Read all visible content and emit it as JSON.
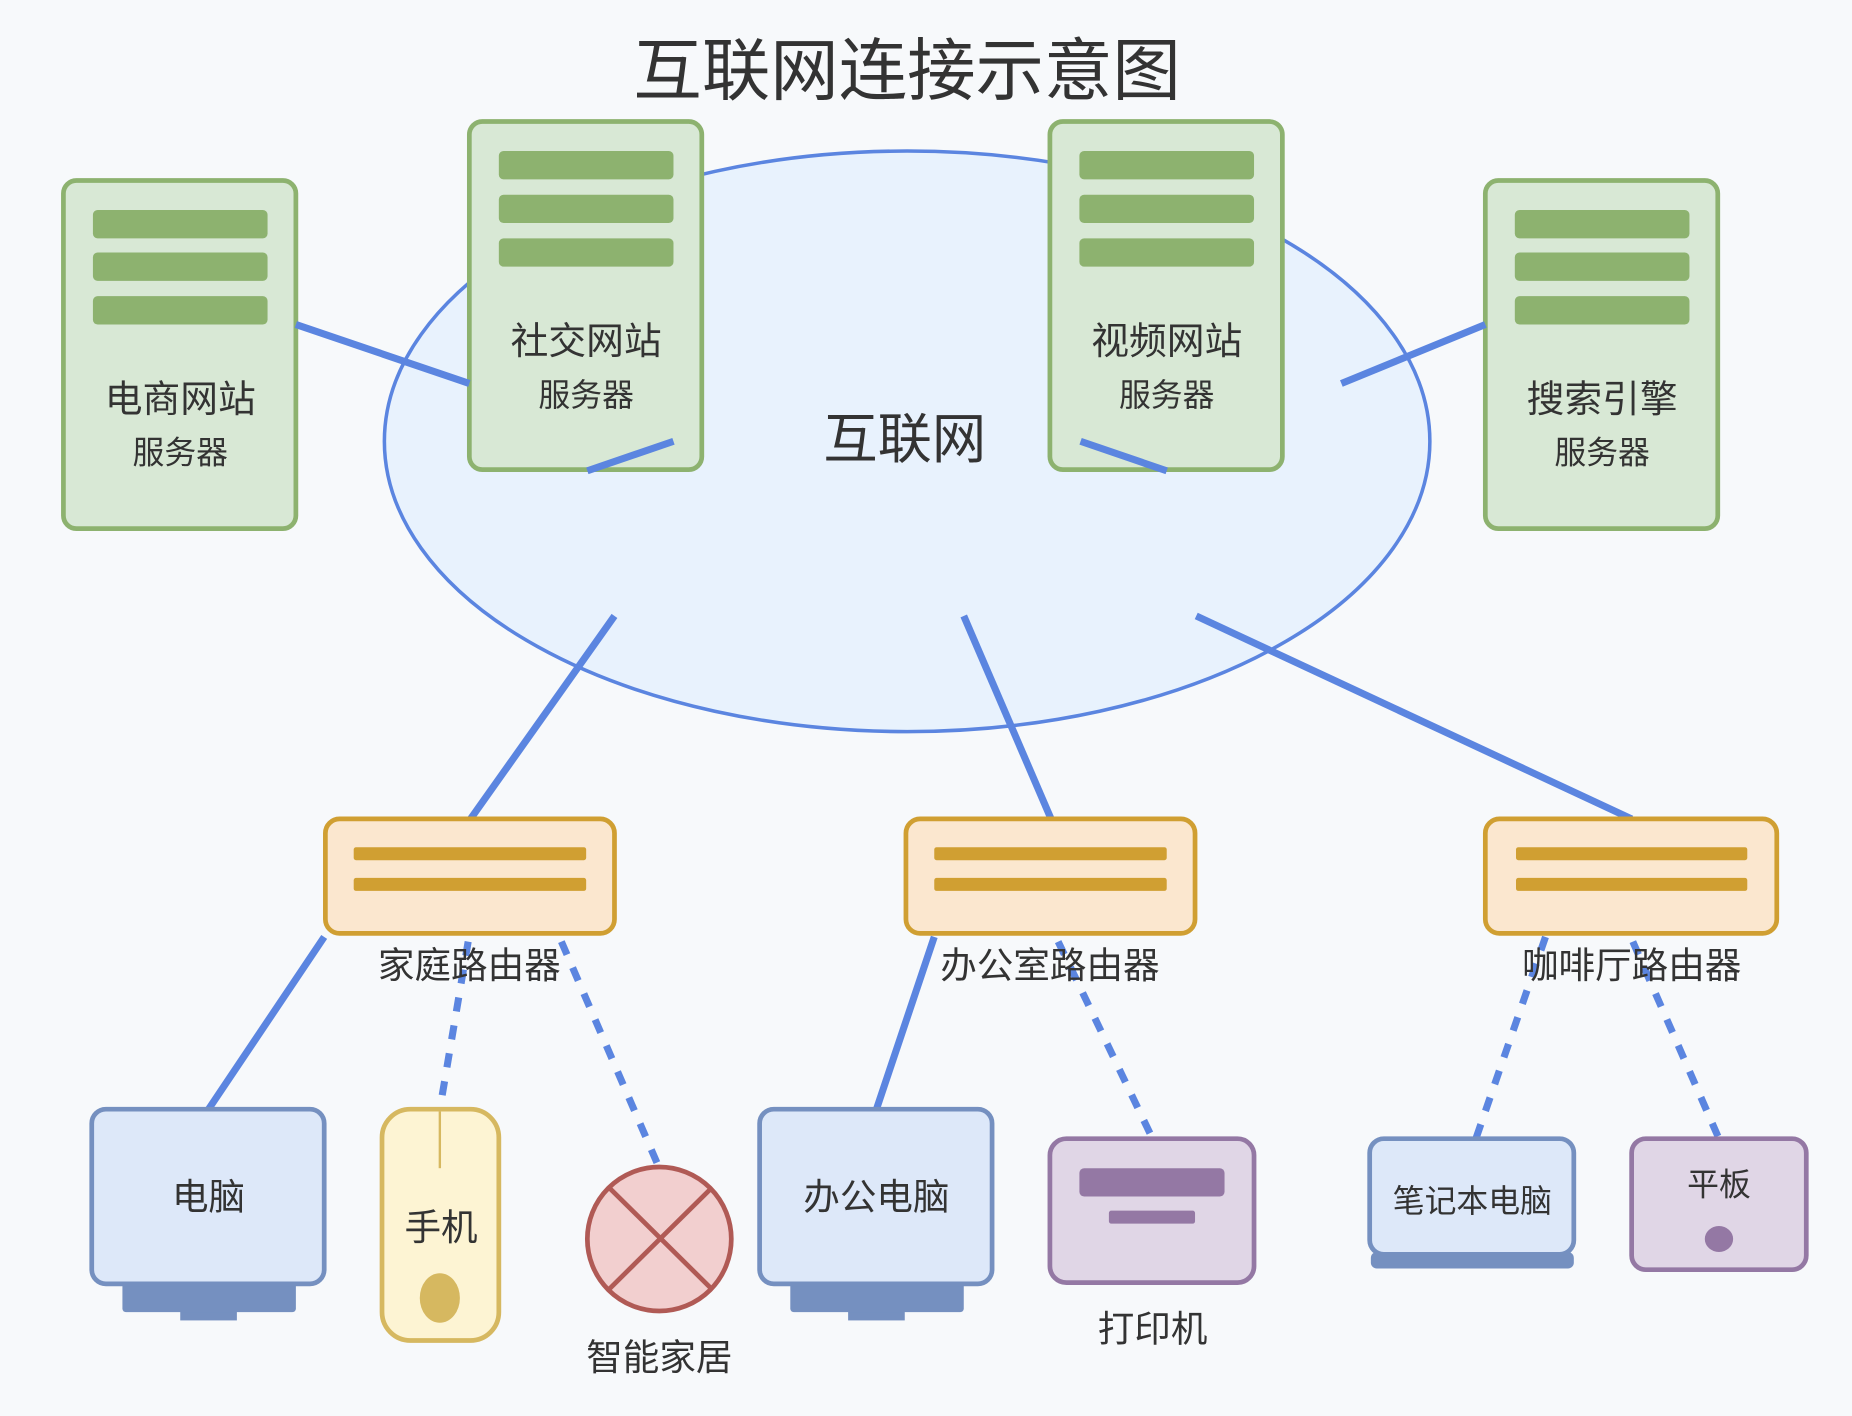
{
  "title": "互联网连接示意图",
  "cloud": {
    "label": "互联网"
  },
  "colors": {
    "background": "#f7f9fb",
    "link": "#5b85e0",
    "cloud_fill": "#e8f2fd",
    "server_fill": "#d8e8d5",
    "server_stroke": "#8db26f",
    "router_fill": "#fbe7cf",
    "router_stroke": "#d09f32",
    "computer_fill": "#dde8f9",
    "computer_stroke": "#7590c0",
    "phone_fill": "#fdf4d3",
    "phone_stroke": "#d6b860",
    "smarthome_fill": "#f2cfcf",
    "smarthome_stroke": "#b05a55",
    "purple_fill": "#e0d6e6",
    "purple_stroke": "#9478a4"
  },
  "servers": [
    {
      "name": "电商网站",
      "sub": "服务器"
    },
    {
      "name": "社交网站",
      "sub": "服务器"
    },
    {
      "name": "视频网站",
      "sub": "服务器"
    },
    {
      "name": "搜索引擎",
      "sub": "服务器"
    }
  ],
  "routers": [
    {
      "label": "家庭路由器"
    },
    {
      "label": "办公室路由器"
    },
    {
      "label": "咖啡厅路由器"
    }
  ],
  "devices": {
    "computer": "电脑",
    "phone": "手机",
    "smart_home": "智能家居",
    "office_pc": "办公电脑",
    "printer": "打印机",
    "laptop": "笔记本电脑",
    "tablet": "平板"
  },
  "connections": {
    "wired": [
      "互联网-家庭路由器",
      "互联网-办公室路由器",
      "互联网-咖啡厅路由器",
      "家庭路由器-电脑",
      "办公室路由器-办公电脑",
      "电商网站-互联网",
      "社交网站-互联网",
      "视频网站-互联网",
      "搜索引擎-互联网"
    ],
    "wireless": [
      "家庭路由器-手机",
      "家庭路由器-智能家居",
      "办公室路由器-打印机",
      "咖啡厅路由器-笔记本电脑",
      "咖啡厅路由器-平板"
    ]
  }
}
